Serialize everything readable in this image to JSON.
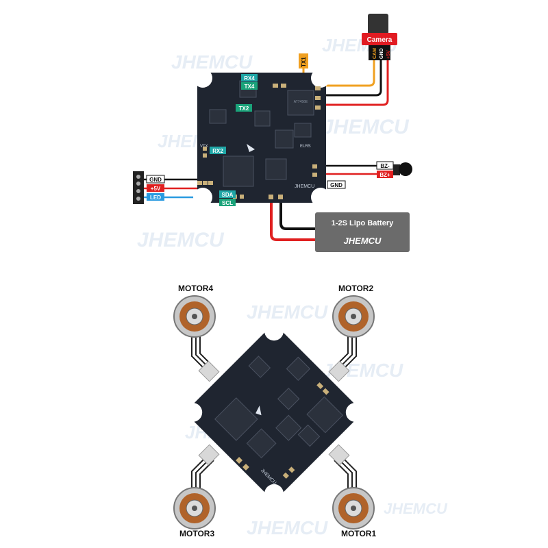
{
  "watermark": "JHEMCU",
  "colors": {
    "board": "#1f2530",
    "chip": "#2b313c",
    "pad": "#c9b07a",
    "wire_red": "#e02020",
    "wire_black": "#111111",
    "wire_orange": "#f0a020",
    "wire_blue": "#2a9be0",
    "tag_green": "#1aa37a",
    "tag_teal": "#1fa6a6",
    "camera_red": "#e11b22",
    "battery_gray": "#6b6b6b",
    "brand_blue": "#1a6fd1"
  },
  "wiring": {
    "camera": {
      "title": "Camera",
      "pins": [
        "CAM",
        "GND",
        "+5V"
      ]
    },
    "left_connector": {
      "gnd": "GND",
      "v5": "+5V",
      "led": "LED"
    },
    "pads": {
      "rx4": "RX4",
      "tx4": "TX4",
      "tx2": "TX2",
      "rx2": "RX2",
      "sda": "SDA",
      "scl": "SCL",
      "tx1": "TX1"
    },
    "buzzer": {
      "minus": "BZ-",
      "plus": "BZ+"
    },
    "gnd_right": "GND",
    "battery": {
      "title": "1-2S Lipo Battery",
      "brand": "JHEMCU"
    },
    "silkscreen": {
      "brand": "JHEMCU",
      "vtx": "VTX",
      "elrs": "ELRS",
      "chip": "AT7456E"
    }
  },
  "motors": {
    "m4": "MOTOR4",
    "m2": "MOTOR2",
    "m3": "MOTOR3",
    "m1": "MOTOR1"
  }
}
